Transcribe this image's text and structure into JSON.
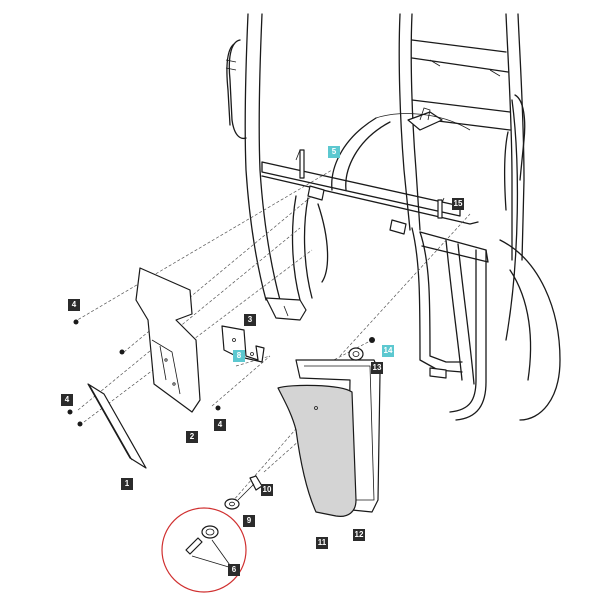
{
  "callouts": [
    {
      "id": "c5",
      "text": "5",
      "style": "cyan"
    },
    {
      "id": "c15",
      "text": "15",
      "style": "dark"
    },
    {
      "id": "c4a",
      "text": "4",
      "style": "dark"
    },
    {
      "id": "c3",
      "text": "3",
      "style": "dark"
    },
    {
      "id": "c8",
      "text": "8",
      "style": "cyan"
    },
    {
      "id": "c14",
      "text": "14",
      "style": "cyan"
    },
    {
      "id": "c13",
      "text": "13",
      "style": "dark"
    },
    {
      "id": "c4b",
      "text": "4",
      "style": "dark"
    },
    {
      "id": "c4c",
      "text": "4",
      "style": "dark"
    },
    {
      "id": "c2",
      "text": "2",
      "style": "dark"
    },
    {
      "id": "c1",
      "text": "1",
      "style": "dark"
    },
    {
      "id": "c10",
      "text": "10",
      "style": "dark"
    },
    {
      "id": "c9",
      "text": "9",
      "style": "dark"
    },
    {
      "id": "c11",
      "text": "11",
      "style": "dark"
    },
    {
      "id": "c12",
      "text": "12",
      "style": "dark"
    },
    {
      "id": "c6",
      "text": "6",
      "style": "dark"
    }
  ],
  "colors": {
    "cyan": "#5cc8d0",
    "dark": "#2b2b2b",
    "line": "#1a1a1a"
  }
}
